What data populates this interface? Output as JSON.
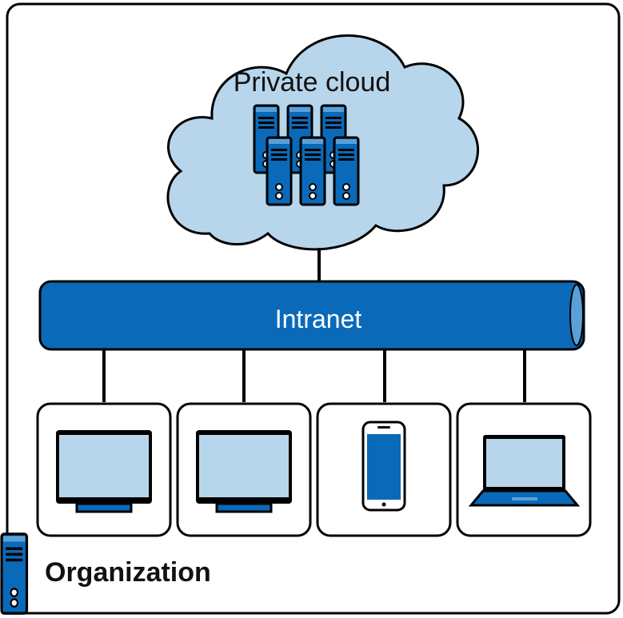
{
  "cloud": {
    "label": "Private cloud"
  },
  "network": {
    "label": "Intranet"
  },
  "organization": {
    "label": "Organization"
  },
  "devices": [
    {
      "kind": "desktop-monitor"
    },
    {
      "kind": "desktop-monitor"
    },
    {
      "kind": "smartphone"
    },
    {
      "kind": "laptop"
    }
  ],
  "colors": {
    "cloud_fill": "#b7d6ec",
    "pipe_fill": "#0a6ab9",
    "screen_fill": "#b7d6ec",
    "outline": "#000000"
  }
}
